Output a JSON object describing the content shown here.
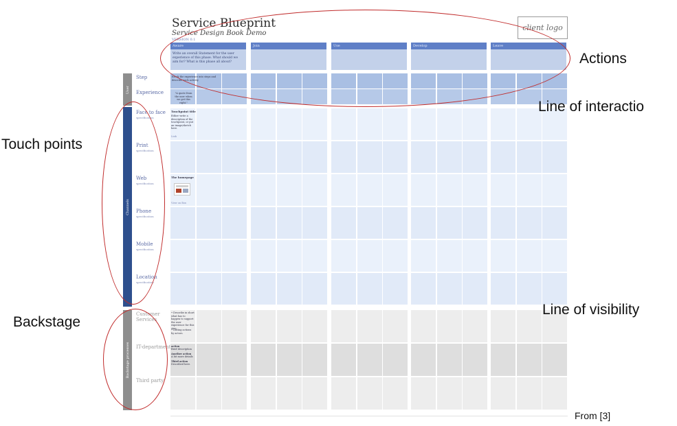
{
  "header": {
    "title": "Service Blueprint",
    "subtitle": "Service Design Book Demo",
    "version": "VERSION 0.1",
    "logo": "client logo"
  },
  "phases": [
    {
      "label": "Aware",
      "description": "Write an overall Statement for the user experience of this phase. What should we aim for? What is this phase all about?"
    },
    {
      "label": "Join",
      "description": ""
    },
    {
      "label": "Use",
      "description": ""
    },
    {
      "label": "Develop",
      "description": ""
    },
    {
      "label": "Leave",
      "description": ""
    }
  ],
  "lanes": {
    "user": {
      "label": "User",
      "rows": [
        {
          "label": "Step"
        },
        {
          "label": "Experience"
        }
      ]
    },
    "channels": {
      "label": "Channels",
      "rows": [
        {
          "label": "Face to face",
          "sub": "specification"
        },
        {
          "label": "Print",
          "sub": "specification"
        },
        {
          "label": "Web",
          "sub": "specification"
        },
        {
          "label": "Phone",
          "sub": "specification"
        },
        {
          "label": "Mobile",
          "sub": "specification"
        },
        {
          "label": "Location",
          "sub": "specification"
        }
      ]
    },
    "backstage": {
      "label": "Backstage processes",
      "rows": [
        {
          "label": "Customer Services"
        },
        {
          "label": "IT-department"
        },
        {
          "label": "Third party"
        }
      ]
    }
  },
  "cell_text": {
    "step": "Break the experience into steps and describe each activity",
    "experience": "\"A quote from the user when we get this right.\"",
    "touchpoint_title": "Touchpoint title",
    "touchpoint_desc": "Either write a description of the touchpoint, or put an image/sketch here.",
    "touchpoint_link": "Link",
    "web_title": "The homepage",
    "web_link": "View on Box",
    "cs_text1": "• Describe in short what has to happen to support the user experience for this step.",
    "cs_text2": "• Listing actions by actors.",
    "it_text1": "action",
    "it_text2": "Brief description",
    "it_text3": "Another action",
    "it_text4": "A bit more details",
    "it_text5": "Third action",
    "it_text6": "Described here."
  },
  "annotations": {
    "actions": "Actions",
    "line_of_interaction": "Line of interactio",
    "touch_points": "Touch points",
    "backstage": "Backstage",
    "line_of_visibility": "Line of visibility",
    "citation": "From [3]"
  },
  "colors": {
    "phase_header": "#5f7fc7",
    "phase_body": "#c3d1ea",
    "user_cell": "#a9bfe3",
    "channel_cell": "#e6eefa",
    "backstage_cell": "#ededed",
    "backstage_cell_dark": "#dedede",
    "channel_bar": "#2e4f8d",
    "user_bar": "#8e8e8e",
    "annotation_circle": "#c02a2a"
  }
}
